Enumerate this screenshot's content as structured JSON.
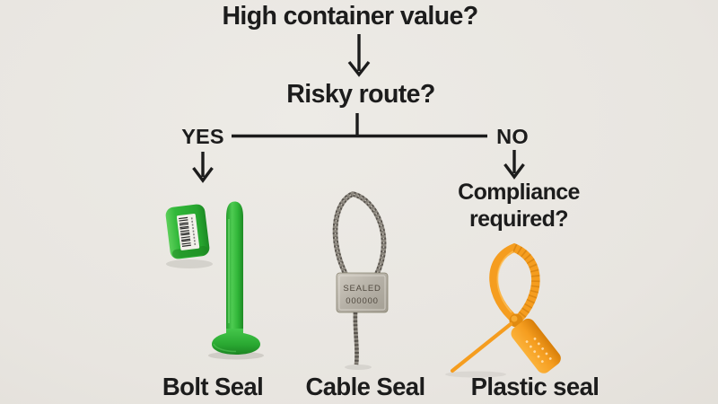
{
  "diagram": {
    "question_root": "High container value?",
    "question_branch": "Risky route?",
    "label_yes": "YES",
    "label_no": "NO",
    "question_compliance": {
      "line1": "Compliance",
      "line2": "required?"
    },
    "outcomes": [
      {
        "id": "bolt-seal",
        "label": "Bolt Seal"
      },
      {
        "id": "cable-seal",
        "label": "Cable Seal"
      },
      {
        "id": "plastic-seal",
        "label": "Plastic seal"
      }
    ]
  },
  "cable_seal_stamp": {
    "line1": "SEALED",
    "line2": "000000"
  },
  "colors": {
    "ink": "#1c1c1c",
    "bg": "#e8e5e0",
    "bolt_green": "#2fb437",
    "bolt_green_dark": "#1f8c26",
    "plastic_orange": "#f59d1f",
    "plastic_orange_dark": "#d87f0a",
    "cable_gray": "#8d887f",
    "block_gray": "#b8b3a9",
    "label_white": "#f2f0ea"
  }
}
